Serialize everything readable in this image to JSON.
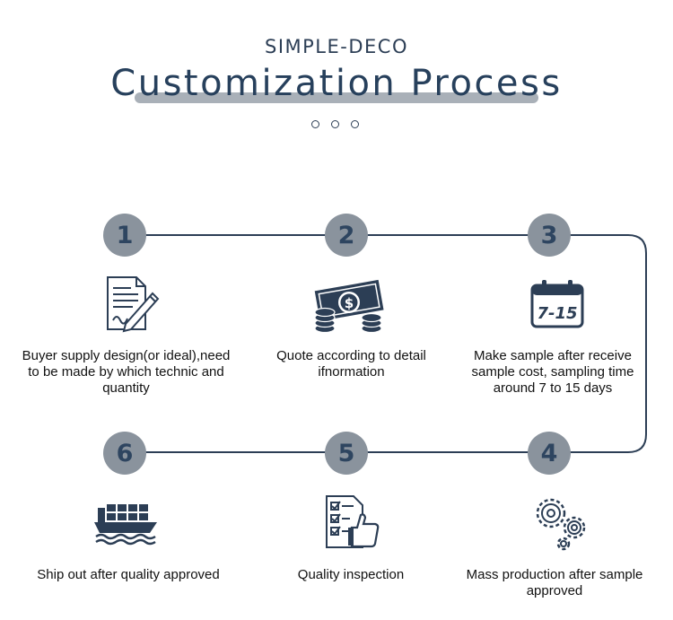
{
  "header": {
    "brand": "SIMPLE-DECO",
    "title": "Customization Process"
  },
  "steps": [
    {
      "number": "1",
      "icon": "contract-signing-icon",
      "caption": "Buyer supply design(or ideal),need to be made by which technic and quantity"
    },
    {
      "number": "2",
      "icon": "money-quote-icon",
      "caption": "Quote according to detail ifnormation",
      "icon_text": "$"
    },
    {
      "number": "3",
      "icon": "calendar-icon",
      "caption": "Make sample after receive sample cost, sampling time around 7 to 15 days",
      "icon_text": "7-15"
    },
    {
      "number": "4",
      "icon": "gears-icon",
      "caption": "Mass production after sample approved"
    },
    {
      "number": "5",
      "icon": "checklist-thumbs-up-icon",
      "caption": "Quality inspection"
    },
    {
      "number": "6",
      "icon": "cargo-ship-icon",
      "caption": "Ship out after quality approved"
    }
  ],
  "colors": {
    "navy": "#27405c",
    "badge_gray": "#8a939d",
    "line": "#2c3e55"
  }
}
